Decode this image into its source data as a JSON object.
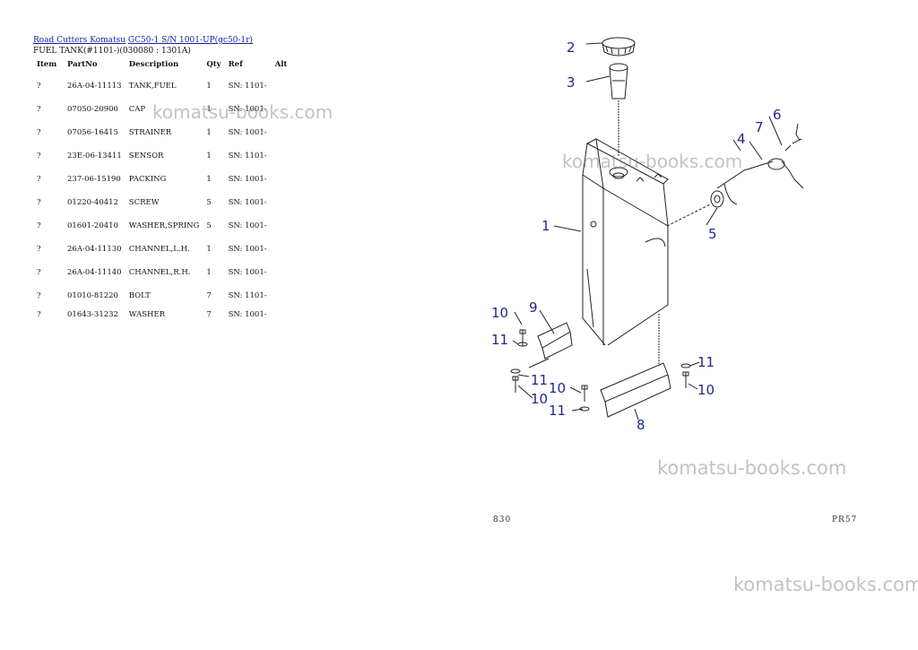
{
  "breadcrumb": {
    "link1": "Road Cutters Komatsu",
    "link2": "GC50-1 S/N 1001-UP(gc50-1r)"
  },
  "subtitle": "FUEL TANK(#1101-)(030080 : 1301A)",
  "table": {
    "headers": [
      "Item",
      "PartNo",
      "Description",
      "Qty",
      "Ref",
      "Alt"
    ],
    "rows": [
      {
        "item": "?",
        "part": "26A-04-11113",
        "desc": "TANK,FUEL",
        "qty": "1",
        "ref": "SN: 1101-",
        "alt": ""
      },
      {
        "item": "?",
        "part": "07050-20900",
        "desc": "CAP",
        "qty": "1",
        "ref": "SN: 1001-",
        "alt": ""
      },
      {
        "item": "?",
        "part": "07056-16415",
        "desc": "STRAINER",
        "qty": "1",
        "ref": "SN: 1001-",
        "alt": ""
      },
      {
        "item": "?",
        "part": "23E-06-13411",
        "desc": "SENSOR",
        "qty": "1",
        "ref": "SN: 1101-",
        "alt": ""
      },
      {
        "item": "?",
        "part": "237-06-15190",
        "desc": "PACKING",
        "qty": "1",
        "ref": "SN: 1001-",
        "alt": ""
      },
      {
        "item": "?",
        "part": "01220-40412",
        "desc": "SCREW",
        "qty": "5",
        "ref": "SN: 1001-",
        "alt": ""
      },
      {
        "item": "?",
        "part": "01601-20410",
        "desc": "WASHER,SPRING",
        "qty": "5",
        "ref": "SN: 1001-",
        "alt": ""
      },
      {
        "item": "?",
        "part": "26A-04-11130",
        "desc": "CHANNEL,L.H.",
        "qty": "1",
        "ref": "SN: 1001-",
        "alt": ""
      },
      {
        "item": "?",
        "part": "26A-04-11140",
        "desc": "CHANNEL,R.H.",
        "qty": "1",
        "ref": "SN: 1001-",
        "alt": ""
      },
      {
        "item": "?",
        "part": "01010-81220",
        "desc": "BOLT",
        "qty": "7",
        "ref": "SN: 1101-",
        "alt": ""
      },
      {
        "item": "?",
        "part": "01643-31232",
        "desc": "WASHER",
        "qty": "7",
        "ref": "SN: 1001-",
        "alt": ""
      }
    ]
  },
  "watermark": "komatsu-books.com",
  "diagram": {
    "callouts": [
      "1",
      "2",
      "3",
      "4",
      "5",
      "6",
      "7",
      "8",
      "9",
      "10",
      "11"
    ],
    "page_codes": [
      "830",
      "PR57"
    ]
  }
}
